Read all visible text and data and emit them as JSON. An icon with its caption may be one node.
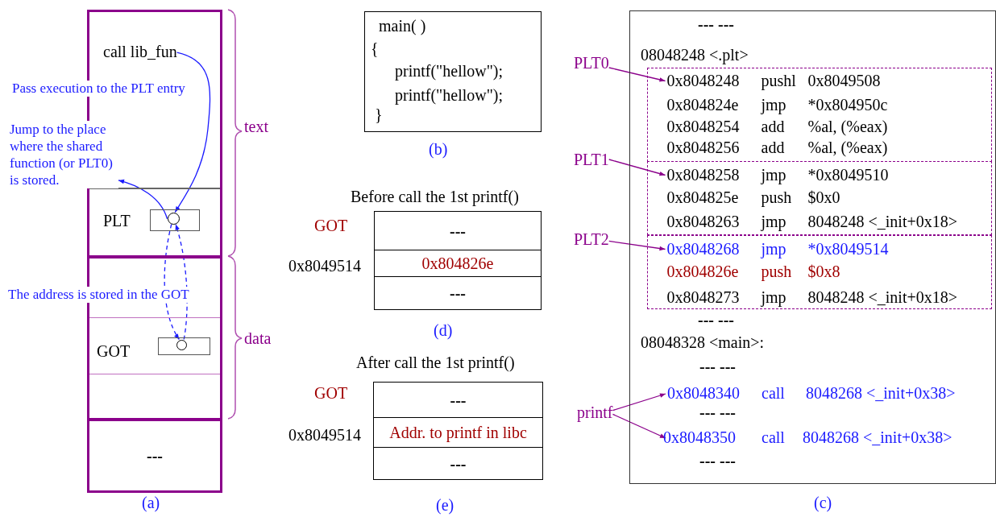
{
  "diagram": {
    "nodes": [
      {
        "text": [],
        "shape": "box",
        "beside": [
          "text"
        ]
      },
      {
        "text": [
          "call lib_fun"
        ],
        "in": 0
      },
      {
        "text": [
          "PLT"
        ],
        "in": 0
      },
      {
        "text": [],
        "shape": "box",
        "in": 2
      },
      {
        "text": [],
        "shape": "circle",
        "in": 3
      },
      {
        "text": [],
        "shape": "box",
        "beside": [
          "data"
        ]
      },
      {
        "text": [
          "GOT"
        ],
        "in": 5
      },
      {
        "text": [],
        "shape": "box",
        "in": 6
      },
      {
        "text": [],
        "shape": "circle",
        "in": 7
      },
      {
        "text": [
          "---"
        ]
      },
      {
        "text": [
          "Jump to the place where the shared function (or PLT0) is stored."
        ]
      },
      {
        "text": [
          "main( )",
          "{",
          "printf(\"hellow\");",
          "printf(\"hellow\");",
          "}"
        ],
        "beside": [
          "(b)"
        ]
      },
      {
        "text": [
          "---"
        ]
      },
      {
        "text": [
          "0x804826e"
        ],
        "beside": [
          "0x8049514"
        ]
      },
      {
        "text": [
          "---"
        ]
      },
      {
        "text": [
          "---"
        ]
      },
      {
        "text": [
          "Addr. to printf in libc"
        ],
        "beside": [
          "0x8049514"
        ]
      },
      {
        "text": [
          "---"
        ]
      },
      {
        "text": [],
        "shape": "box"
      },
      {
        "text": [],
        "shape": "box",
        "in": 18
      },
      {
        "text": [
          "0x8048248",
          "pushl",
          "0x8049508"
        ],
        "in": 19
      },
      {
        "text": [
          "0x804824e",
          "jmp",
          "*0x804950c"
        ],
        "in": 19
      },
      {
        "text": [
          "0x8048254",
          "add",
          "%al, (%eax)"
        ],
        "in": 19
      },
      {
        "text": [
          "0x8048256",
          "add",
          "%al, (%eax)"
        ],
        "in": 19
      },
      {
        "text": [],
        "shape": "box",
        "in": 18
      },
      {
        "text": [
          "0x8048258",
          "jmp",
          "*0x8049510"
        ],
        "in": 24
      },
      {
        "text": [
          "0x804825e",
          "push",
          "$0x0"
        ],
        "in": 24
      },
      {
        "text": [
          "0x8048263",
          "jmp",
          "8048248 <_init+0x18>"
        ],
        "in": 24
      },
      {
        "text": [],
        "shape": "box",
        "in": 18
      },
      {
        "text": [
          "0x8048268",
          "jmp",
          "*0x8049514"
        ],
        "in": 28
      },
      {
        "text": [
          "0x804826e",
          "push",
          "$0x8"
        ],
        "in": 28
      },
      {
        "text": [
          "0x8048273",
          "jmp",
          "8048248 <_init+0x18>"
        ],
        "in": 28
      },
      {
        "text": [
          "0x8048340",
          "call",
          "8048268 <_init+0x38>"
        ],
        "in": 18
      },
      {
        "text": [
          "0x8048350",
          "call",
          "8048268 <_init+0x38>"
        ],
        "in": 18
      },
      {
        "text": [
          "PLT0"
        ]
      },
      {
        "text": [
          "PLT1"
        ]
      },
      {
        "text": [
          "PLT2"
        ]
      },
      {
        "text": [
          "printf"
        ]
      }
    ],
    "edges": [
      {
        "from": 1,
        "to": 4,
        "arrow": "to",
        "label": "Pass execution to the PLT entry",
        "color": "#1a1aff"
      },
      {
        "from": 4,
        "to": 10,
        "arrow": "to",
        "color": "#1a1aff"
      },
      {
        "from": 4,
        "to": 8,
        "arrow": "to",
        "style": "dashed",
        "label": "The address is stored in the GOT",
        "color": "#1a1aff"
      },
      {
        "from": 8,
        "to": 4,
        "arrow": "to",
        "style": "dashed",
        "color": "#1a1aff"
      },
      {
        "from": 34,
        "to": 20,
        "arrow": "to"
      },
      {
        "from": 35,
        "to": 25,
        "arrow": "to"
      },
      {
        "from": 36,
        "to": 29,
        "arrow": "to"
      },
      {
        "from": 37,
        "to": 32,
        "arrow": "to"
      },
      {
        "from": 37,
        "to": 33,
        "arrow": "to"
      }
    ],
    "labels": [
      "Before call the 1st printf()",
      "GOT",
      "After call the 1st printf()",
      "GOT",
      "--- ---",
      "08048248 <.plt>",
      "--- ---",
      "08048328 <main>:",
      "--- ---",
      "--- ---",
      "--- ---",
      "(a)",
      "(d)",
      "(e)",
      "(c)"
    ]
  }
}
